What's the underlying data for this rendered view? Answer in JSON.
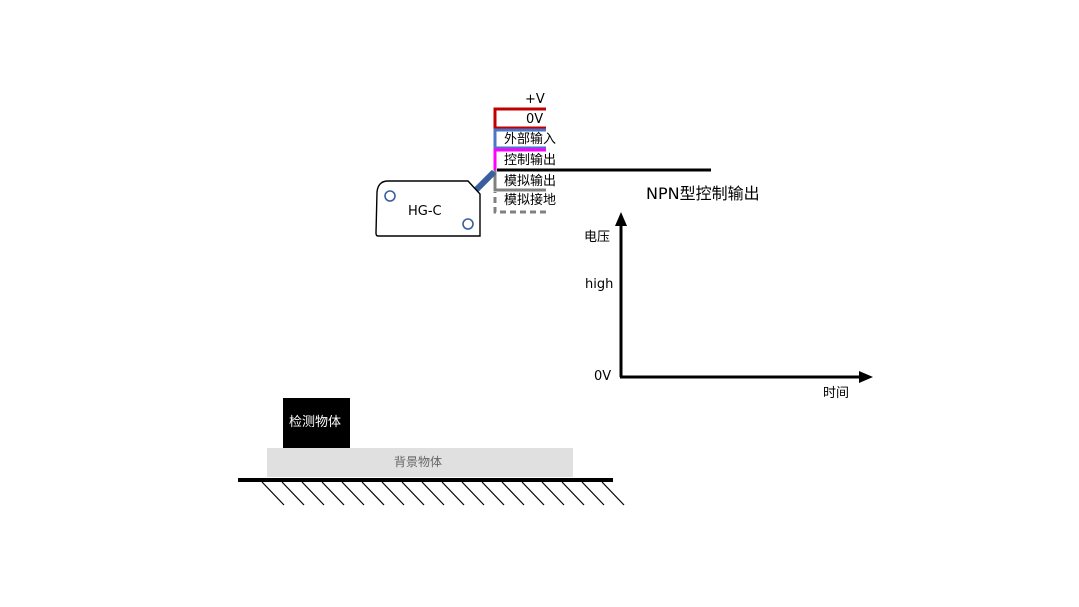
{
  "sensor": {
    "model_label": "HG-C"
  },
  "wires": [
    {
      "label": "+V",
      "color": "#c00000",
      "style": "solid"
    },
    {
      "label": "0V",
      "color": "#c00000",
      "style": "solid"
    },
    {
      "label": "外部输入",
      "color": "#4a76c8",
      "style": "solid"
    },
    {
      "label": "控制输出",
      "color": "#ff00ff",
      "style": "solid"
    },
    {
      "label": "模拟输出",
      "color": "#808080",
      "style": "solid"
    },
    {
      "label": "模拟接地",
      "color": "#808080",
      "style": "dashed"
    }
  ],
  "chart": {
    "title": "NPN型控制输出",
    "y_axis_label": "电压",
    "x_axis_label": "时间",
    "y_ticks": [
      "high",
      "0V"
    ]
  },
  "scene": {
    "detect_object_label": "检测物体",
    "background_object_label": "背景物体"
  },
  "colors": {
    "sensor_cable": "#3a5f9e",
    "sensor_hole": "#3a5f9e",
    "background_object_fill": "#e0e0e0",
    "detect_object_fill": "#000000"
  }
}
